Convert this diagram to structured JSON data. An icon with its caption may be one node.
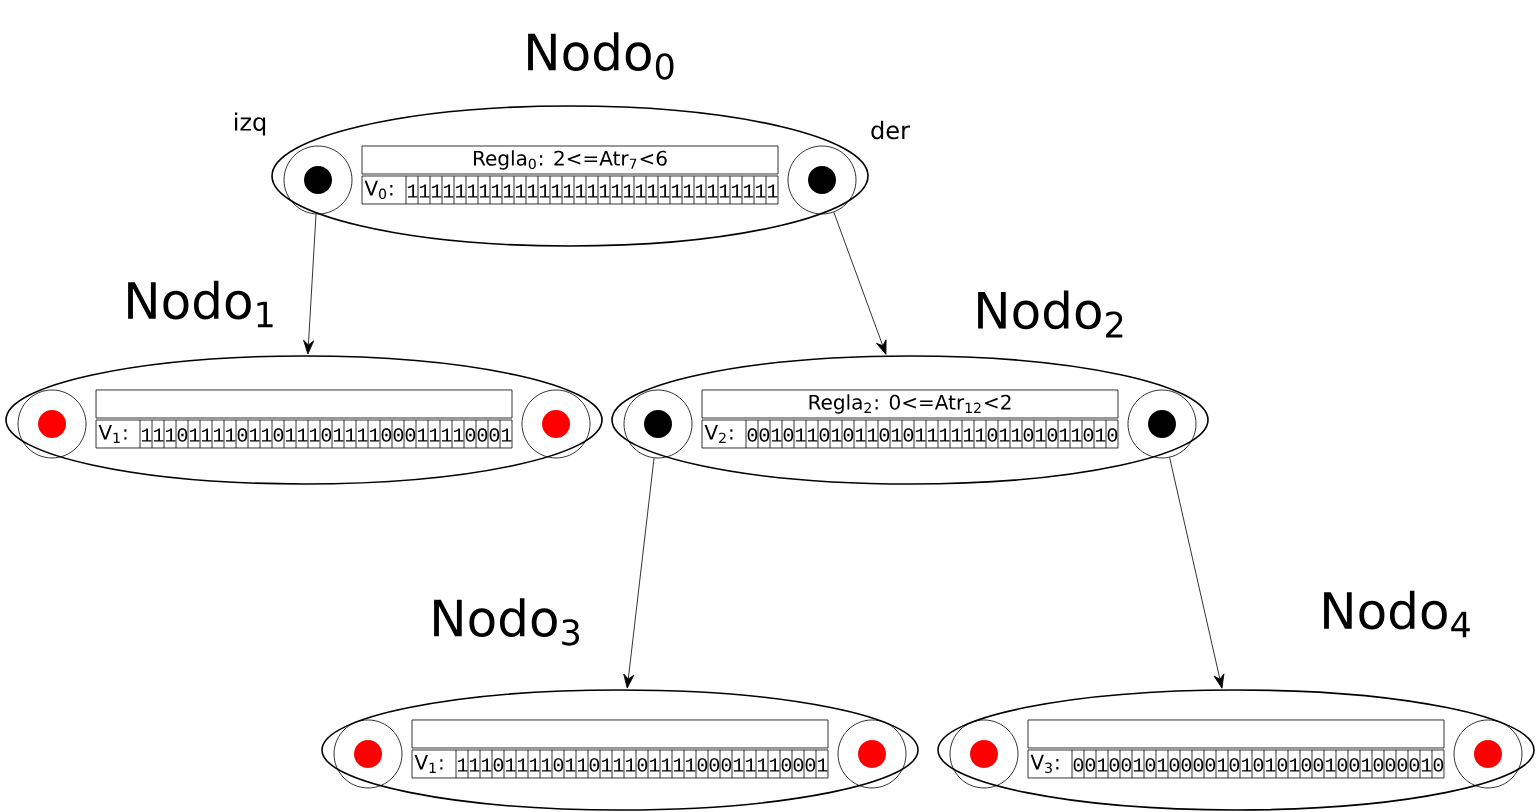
{
  "diagram": {
    "nodes": [
      {
        "text": [
          "Regla$_{0}$: 2<=Atr$_{7}$<6",
          "V$_{0}$:",
          "1111111111111111111111111111111"
        ],
        "beside": [
          "Nodo$_{0}$"
        ]
      },
      {
        "text": [],
        "shape": "circle",
        "in": 0,
        "beside": [
          "izq"
        ]
      },
      {
        "text": [],
        "shape": "circle",
        "in": 0,
        "beside": [
          "der"
        ]
      },
      {
        "text": [
          "V$_{1}$:",
          "1110111101101110111100011110001"
        ],
        "beside": [
          "Nodo$_{1}$"
        ]
      },
      {
        "text": [],
        "shape": "circle",
        "in": 3
      },
      {
        "text": [],
        "shape": "circle",
        "in": 3
      },
      {
        "text": [
          "Regla$_{2}$: 0<=Atr$_{12}$<2",
          "V$_{2}$:",
          "0010110101101011111101101011010"
        ],
        "beside": [
          "Nodo$_{2}$"
        ]
      },
      {
        "text": [],
        "shape": "circle",
        "in": 6
      },
      {
        "text": [],
        "shape": "circle",
        "in": 6
      },
      {
        "text": [
          "V$_{1}$:",
          "1110111101101110111100011110001"
        ],
        "beside": [
          "Nodo$_{3}$"
        ]
      },
      {
        "text": [],
        "shape": "circle",
        "in": 9
      },
      {
        "text": [],
        "shape": "circle",
        "in": 9
      },
      {
        "text": [
          "V$_{3}$:",
          "0010010100001010101001001000010"
        ],
        "beside": [
          "Nodo$_{4}$"
        ]
      },
      {
        "text": [],
        "shape": "circle",
        "in": 12
      },
      {
        "text": [],
        "shape": "circle",
        "in": 12
      }
    ],
    "edges": [
      {
        "from": 1,
        "to": 3,
        "arrow": "to"
      },
      {
        "from": 2,
        "to": 6,
        "arrow": "to"
      },
      {
        "from": 7,
        "to": 9,
        "arrow": "to"
      },
      {
        "from": 8,
        "to": 12,
        "arrow": "to"
      }
    ]
  }
}
